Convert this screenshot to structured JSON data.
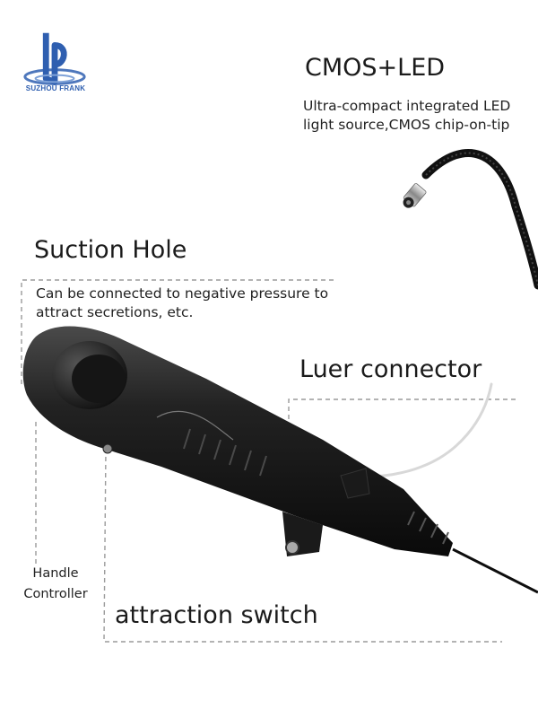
{
  "brand": {
    "name": "SUZHOU FRANK",
    "logo_icon": "ps-logo-icon",
    "color": "#2f5fb0"
  },
  "cmos": {
    "title": "CMOS+LED",
    "description": "Ultra-compact integrated LED light source,CMOS chip-on-tip"
  },
  "suction": {
    "title": "Suction Hole",
    "description": "Can be connected to negative pressure to attract secretions, etc."
  },
  "luer": {
    "title": "Luer connector"
  },
  "handle": {
    "line1": "Handle",
    "line2": "Controller"
  },
  "attraction": {
    "title": "attraction switch"
  },
  "colors": {
    "device_body": "#1c1c1c",
    "leader_lines": "#9a9a9a",
    "cable": "#0d0d0d"
  }
}
